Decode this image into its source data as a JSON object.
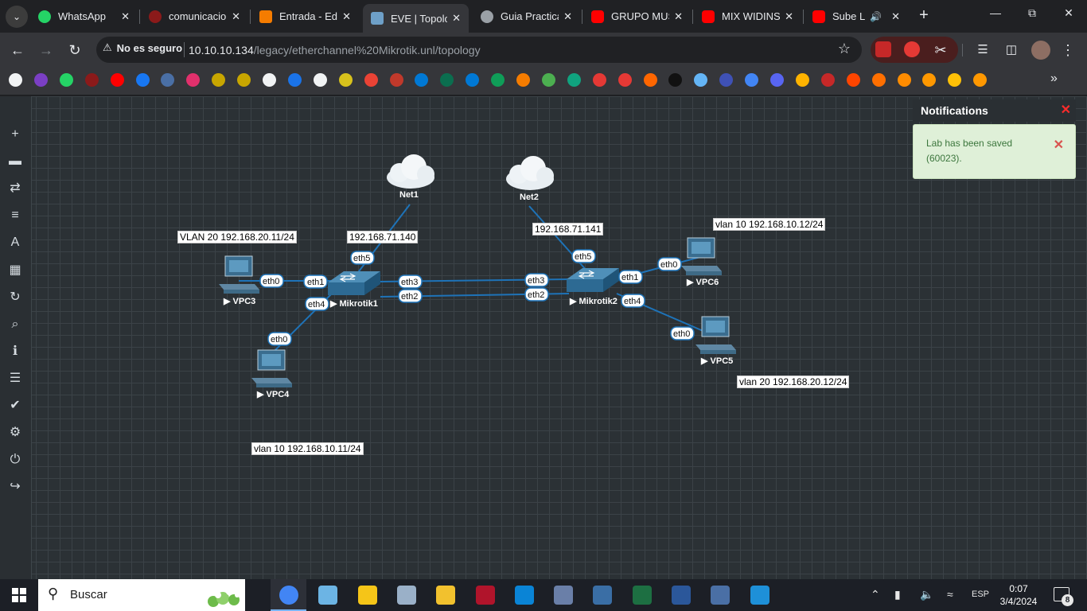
{
  "browser": {
    "tabs": [
      {
        "label": "WhatsApp",
        "color": "#25d366"
      },
      {
        "label": "comunicacio",
        "color": "#8b1a1a"
      },
      {
        "label": "Entrada - Ed",
        "color": "#f57c00"
      },
      {
        "label": "EVE | Topolo",
        "color": "#6ea0c8",
        "active": true
      },
      {
        "label": "Guia Practica",
        "color": "#9aa0a6"
      },
      {
        "label": "GRUPO MUS",
        "color": "#ff0000"
      },
      {
        "label": "MIX WIDINS",
        "color": "#ff0000"
      },
      {
        "label": "Sube La",
        "color": "#ff0000"
      }
    ],
    "security_label": "No es seguro",
    "url_host": "10.10.10.134",
    "url_path": "/legacy/etherchannel%20Mikrotik.unl/topology"
  },
  "bookmark_colors": [
    "#f1f3f4",
    "#7b3fc4",
    "#25d366",
    "#8b1a1a",
    "#ff0000",
    "#1877f2",
    "#4a6fa5",
    "#e1306c",
    "#c8a600",
    "#c8a600",
    "#f1f3f4",
    "#1a73e8",
    "#f1f3f4",
    "#d8c21c",
    "#ea4335",
    "#c0392b",
    "#0078d4",
    "#0b6e4f",
    "#0078d4",
    "#0f9d58",
    "#f57c00",
    "#4caf50",
    "#10a37f",
    "#e53935",
    "#e53935",
    "#ff6600",
    "#111111",
    "#64b5f6",
    "#3f51b5",
    "#4285f4",
    "#5865f2",
    "#ffb300",
    "#c62828",
    "#ff4500",
    "#ff6f00",
    "#ff8c00",
    "#ff9800",
    "#ffc107",
    "#ff9800"
  ],
  "sidebar_icons": [
    "add-icon",
    "node-icon",
    "network-icon",
    "list-icon",
    "text-icon",
    "grid-icon",
    "refresh-icon",
    "zoom-icon",
    "info-icon",
    "notes-icon",
    "status-icon",
    "settings-icon",
    "power-icon",
    "logout-icon"
  ],
  "topology": {
    "clouds": [
      {
        "name": "Net1"
      },
      {
        "name": "Net2"
      }
    ],
    "switches": [
      {
        "name": "Mikrotik1"
      },
      {
        "name": "Mikrotik2"
      }
    ],
    "pcs": [
      {
        "name": "VPC3"
      },
      {
        "name": "VPC4"
      },
      {
        "name": "VPC6"
      },
      {
        "name": "VPC5"
      }
    ],
    "interfaces": {
      "vpc3_eth0": "eth0",
      "m1_eth1": "eth1",
      "m1_eth5": "eth5",
      "m1_eth4": "eth4",
      "vpc4_eth0": "eth0",
      "m1_eth3": "eth3",
      "m1_eth2": "eth2",
      "m2_eth3": "eth3",
      "m2_eth2": "eth2",
      "m2_eth5": "eth5",
      "m2_eth1": "eth1",
      "m2_eth4": "eth4",
      "vpc6_eth0": "eth0",
      "vpc5_eth0": "eth0"
    },
    "text_boxes": {
      "vpc3": "VLAN 20 192.168.20.11/24",
      "net1_ip": "192.168.71.140",
      "net2_ip": "192.168.71.141",
      "vpc6": "vlan 10 192.168.10.12/24",
      "vpc5": "vlan 20 192.168.20.12/24",
      "vpc4": "vlan 10 192.168.10.11/24"
    }
  },
  "notifications": {
    "title": "Notifications",
    "message": "Lab has been saved (60023)."
  },
  "taskbar": {
    "search_placeholder": "Buscar",
    "language": "ESP",
    "time": "0:07",
    "date": "3/4/2024",
    "notification_count": "8",
    "app_colors": [
      "#4285f4",
      "#6cb4e4",
      "#f5c518",
      "#9ab0c8",
      "#f2c12e",
      "#b0142b",
      "#0a84d6",
      "#6a7fa8",
      "#3a6ea5",
      "#1d6f42",
      "#2b579a",
      "#4a6fa5",
      "#1e90d8"
    ]
  }
}
